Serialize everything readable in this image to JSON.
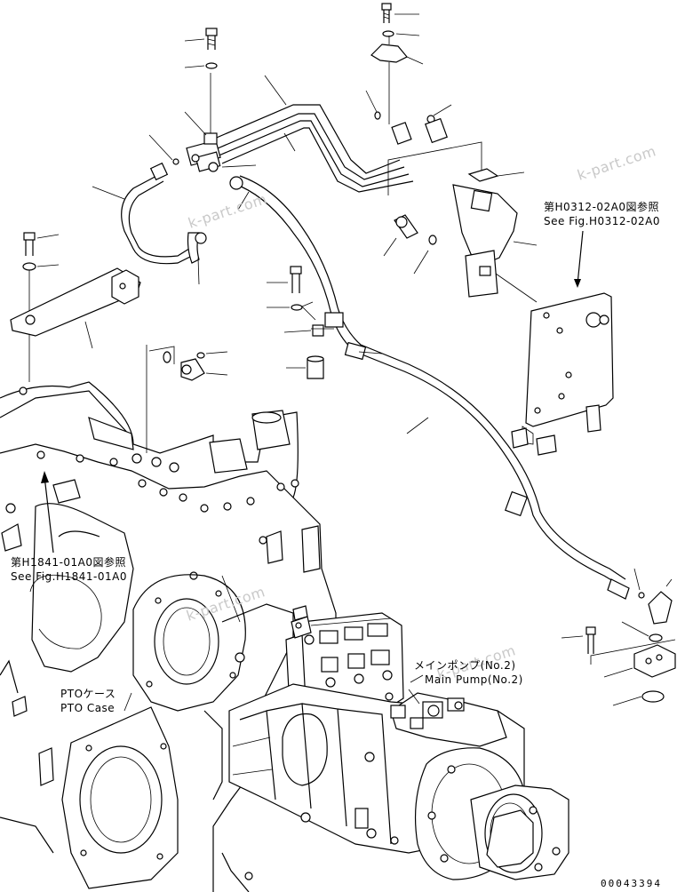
{
  "figure_code": "00043394",
  "references": {
    "h0312": {
      "jp": "第H0312-02A0図参照",
      "en": "See Fig.H0312-02A0"
    },
    "h1841": {
      "jp": "第H1841-01A0図参照",
      "en": "See Fig.H1841-01A0"
    }
  },
  "labels": {
    "pto": {
      "jp": "PTOケース",
      "en": "PTO Case"
    },
    "pump": {
      "jp": "メインポンプ(No.2)",
      "en": "Main Pump(No.2)"
    }
  },
  "watermarks": [
    "k-part.com",
    "k-part.com",
    "k-part.com",
    "k-part.com"
  ],
  "colors": {
    "line": "#000000",
    "background": "#ffffff",
    "watermark": "#c9c9c9"
  }
}
